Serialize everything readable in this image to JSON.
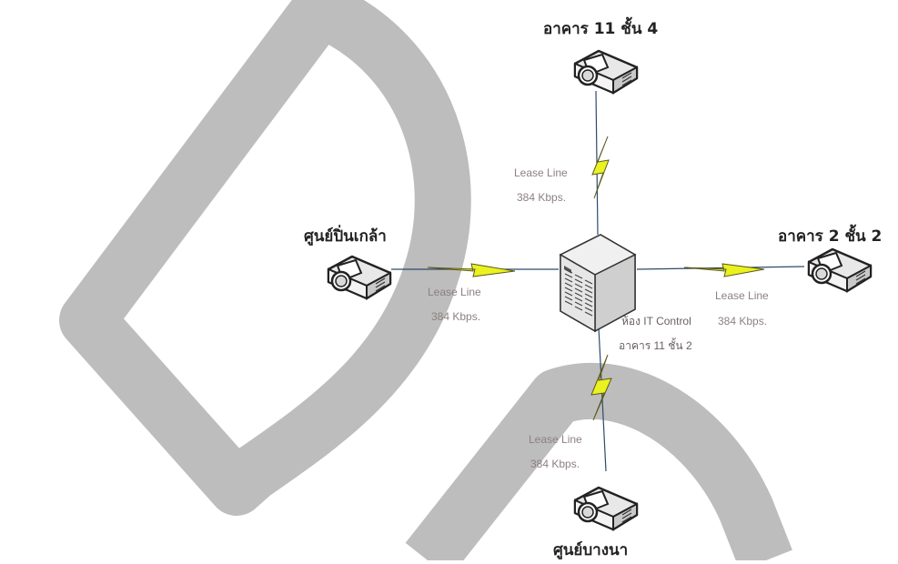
{
  "colors": {
    "watermark": "#bdbdbd",
    "line": "#2f4a6a",
    "bolt_fill": "#eaf21f",
    "bolt_stroke": "#5d5a1a",
    "link_text": "#8d8080",
    "hub_text": "#6b6060"
  },
  "watermark": {
    "icon": "large-letters-D-R-watermark"
  },
  "hub": {
    "icon": "server-cube-icon",
    "room_label": "ห้อง IT Control",
    "building_label": "อาคาร 11 ชั้น 2"
  },
  "sites": [
    {
      "id": "north",
      "name": "อาคาร 11 ชั้น 4",
      "icon": "projector-icon"
    },
    {
      "id": "west",
      "name": "ศูนย์ปิ่นเกล้า",
      "icon": "projector-icon"
    },
    {
      "id": "east",
      "name": "อาคาร 2 ชั้น 2",
      "icon": "projector-icon"
    },
    {
      "id": "south",
      "name": "ศูนย์บางนา",
      "icon": "projector-icon"
    }
  ],
  "links": [
    {
      "to": "north",
      "type": "Lease Line",
      "speed": "384 Kbps."
    },
    {
      "to": "west",
      "type": "Lease Line",
      "speed": "384 Kbps."
    },
    {
      "to": "east",
      "type": "Lease Line",
      "speed": "384 Kbps."
    },
    {
      "to": "south",
      "type": "Lease Line",
      "speed": "384 Kbps."
    }
  ]
}
